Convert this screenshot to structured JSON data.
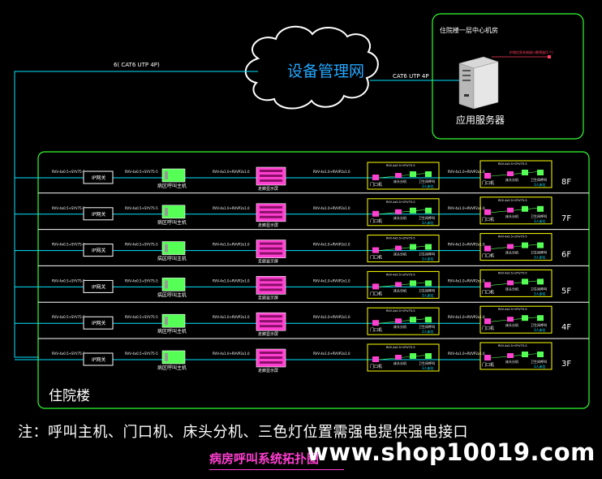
{
  "cloud": {
    "label": "设备管理网"
  },
  "links": {
    "cloud_left": "6( CAT6 UTP 4P)",
    "cloud_server": "CAT6 UTP 4P"
  },
  "server_room": {
    "title": "住院楼一层中心机房",
    "server_label": "应用服务器",
    "red_note": "护理信息系统接口需预留(1个)"
  },
  "building": {
    "label": "住院楼"
  },
  "floor_rows": [
    {
      "floor": "8F",
      "host_label": "病区呼叫主机"
    },
    {
      "floor": "7F",
      "host_label": "病区呼叫主机"
    },
    {
      "floor": "6F",
      "host_label": "病区呼叫主机"
    },
    {
      "floor": "5F",
      "host_label": "病区呼叫主机"
    },
    {
      "floor": "4F",
      "host_label": "病区呼叫主机"
    },
    {
      "floor": "3F",
      "host_label": "病区呼叫主机"
    }
  ],
  "row_labels": {
    "switch": "IP网关",
    "display": "走廊显示屏",
    "door": "门口机",
    "bedside": "床头分机",
    "lamp": "卫生间呼叫",
    "count": "3人床位",
    "cable_small": "RVV-4x0.5+SYV75-5",
    "cable_main": "RVV-4x1.0+RVVP2x1.0"
  },
  "note": "注：呼叫主机、门口机、床头分机、三色灯位置需强电提供强电接口",
  "caption": "病房呼叫系统拓扑图",
  "watermark": "www.shop10019.com",
  "colors": {
    "background": "#000000",
    "line": "#00e5ff",
    "frame": "#33ff33",
    "cloud": "#22a8ff",
    "box": "#ffff00",
    "device_green": "#55ff55",
    "device_magenta": "#ff3fd0",
    "device_red": "#ff4060",
    "text": "#ffffff"
  }
}
